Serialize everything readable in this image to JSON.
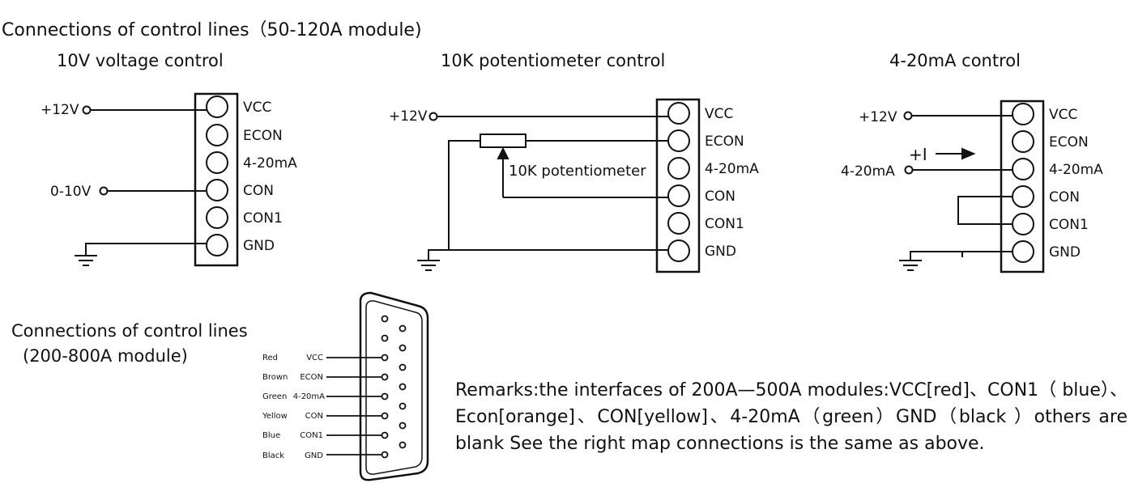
{
  "title_top": "Connections of control lines（50-120A module)",
  "title_bottom_line1": "Connections of control lines",
  "title_bottom_line2": "(200-800A module)",
  "terminal_labels": [
    "VCC",
    "ECON",
    "4-20mA",
    "CON",
    "CON1",
    "GND"
  ],
  "diagram_voltage": {
    "title": "10V voltage control",
    "input_12v": "+12V",
    "input_signal": "0-10V"
  },
  "diagram_pot": {
    "title": "10K potentiometer control",
    "input_12v": "+12V",
    "pot_label": "10K potentiometer"
  },
  "diagram_current": {
    "title": "4-20mA control",
    "input_12v": "+12V",
    "input_signal": "4-20mA",
    "current_label": "+I"
  },
  "dsub": {
    "wires": [
      {
        "color": "Red",
        "signal": "VCC"
      },
      {
        "color": "Brown",
        "signal": "ECON"
      },
      {
        "color": "Green",
        "signal": "4-20mA"
      },
      {
        "color": "Yellow",
        "signal": "CON"
      },
      {
        "color": "Blue",
        "signal": "CON1"
      },
      {
        "color": "Black",
        "signal": "GND"
      }
    ]
  },
  "remarks": "Remarks:the interfaces of 200A—500A modules:VCC[red]、CON1（ blue）、Econ[orange]、CON[yellow]、4-20mA（green）GND（black ）others are blank See the right map connections is the same as above."
}
